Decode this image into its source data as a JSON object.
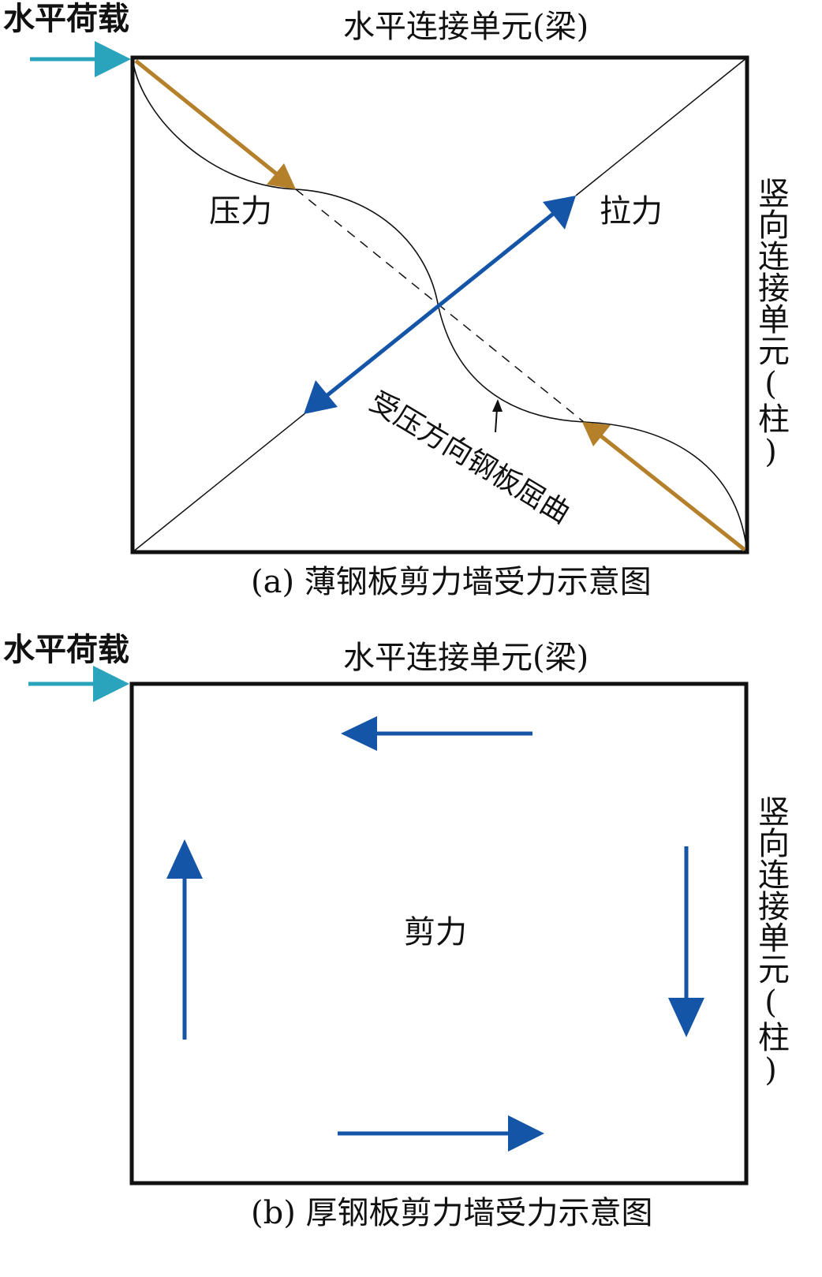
{
  "panel_a": {
    "load_label": "水平荷载",
    "beam_label": "水平连接单元(梁)",
    "column_label": "竖向连接单元(柱)",
    "compression_label": "压力",
    "tension_label": "拉力",
    "buckling_label": "受压方向钢板屈曲",
    "caption": "(a) 薄钢板剪力墙受力示意图"
  },
  "panel_b": {
    "load_label": "水平荷载",
    "beam_label": "水平连接单元(梁)",
    "column_label": "竖向连接单元(柱)",
    "shear_label": "剪力",
    "caption": "(b) 厚钢板剪力墙受力示意图"
  },
  "colors": {
    "load_arrow": "#2aa3bd",
    "compression_arrow": "#b5802a",
    "tension_arrow": "#1455a8",
    "shear_arrow": "#1455a8",
    "frame": "#111111"
  }
}
